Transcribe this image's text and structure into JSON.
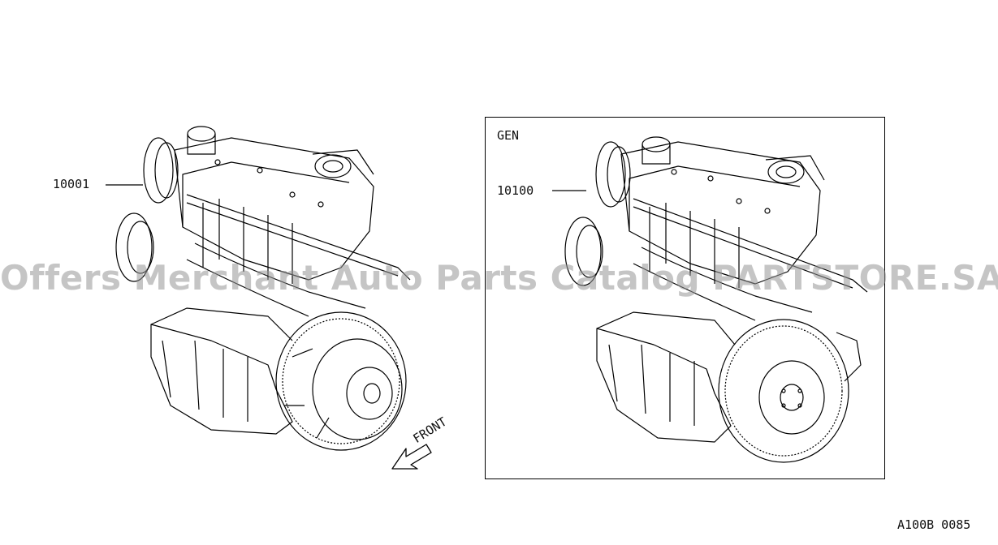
{
  "labels": {
    "part_left": "10001",
    "part_right": "10100",
    "gen": "GEN",
    "front": "FRONT",
    "figure_code": "A100B 0085"
  },
  "watermark": "Offers Merchant Auto Parts Catalog PARTSTORE.SA",
  "colors": {
    "line": "#000000",
    "watermark": "#969696"
  }
}
